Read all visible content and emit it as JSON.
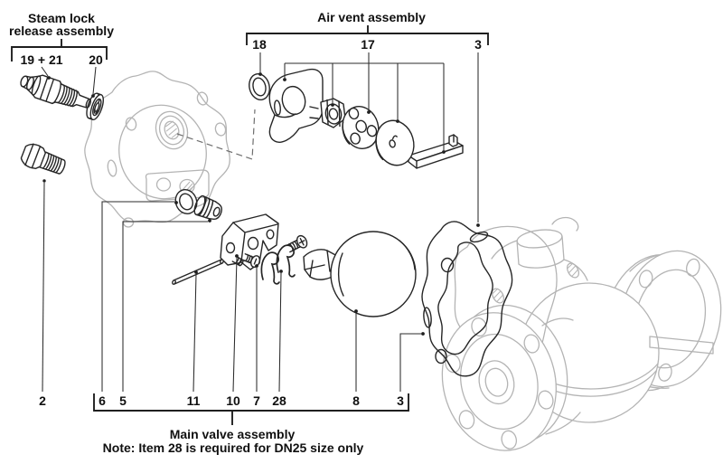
{
  "diagram": {
    "assemblies": {
      "steam_lock": {
        "title_line1": "Steam lock",
        "title_line2": "release assembly",
        "items": {
          "release_valve": "19 + 21",
          "disc": "20"
        }
      },
      "air_vent": {
        "title": "Air vent assembly",
        "items": {
          "o_ring": "18",
          "internals": "17",
          "gasket": "3"
        }
      },
      "main_valve": {
        "title": "Main valve assembly",
        "note": "Note: Item 28 is required for DN25 size only",
        "items": {
          "bolt": "2",
          "washer": "6",
          "valve_seat": "5",
          "pin": "11",
          "bracket": "10",
          "screw": "7",
          "clip": "28",
          "ball_float": "8",
          "gasket": "3"
        }
      }
    },
    "colors": {
      "background": "#ffffff",
      "dark_line": "#262626",
      "light_line": "#b4b4b4",
      "text": "#101010"
    }
  }
}
